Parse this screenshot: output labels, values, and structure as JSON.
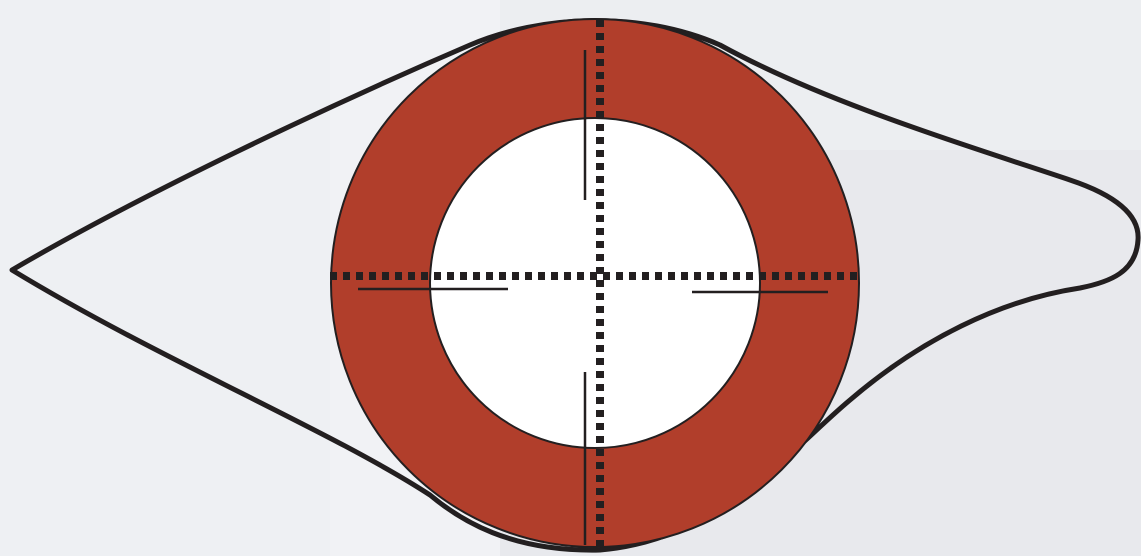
{
  "diagram": {
    "subject": "eye-outline-with-annular-ring",
    "colors": {
      "background": "#eeeff3",
      "background_panel_light": "#f2f3f6",
      "background_panel_dark": "#e7e8ec",
      "outline": "#231f20",
      "ring_fill": "#b13e2b",
      "inner_disc": "#ffffff",
      "crosshair": "#231f20"
    },
    "elements": [
      "eye-outline",
      "ring",
      "inner-disc",
      "vertical-dotted-axis",
      "horizontal-dotted-axis",
      "radial-tick-lines"
    ]
  }
}
